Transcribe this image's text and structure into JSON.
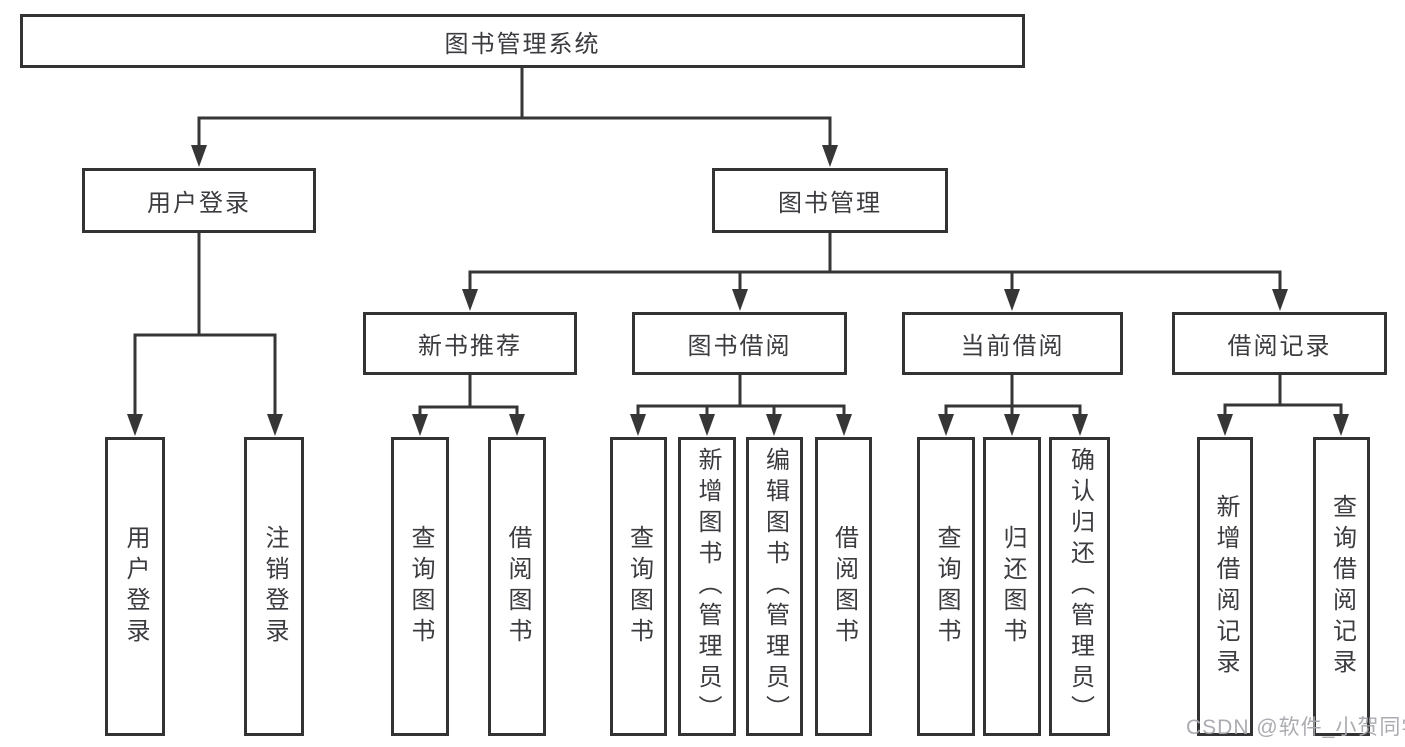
{
  "nodes": {
    "root": "图书管理系统",
    "user_login": "用户登录",
    "book_management": "图书管理",
    "new_book_recommend": "新书推荐",
    "book_borrowing": "图书借阅",
    "current_borrowing": "当前借阅",
    "borrowing_records": "借阅记录",
    "login_user_login": "用户登录",
    "login_logout": "注销登录",
    "rec_query_books": "查询图书",
    "rec_borrow_books": "借阅图书",
    "bb_query_books": "查询图书",
    "bb_add_books": "新增图书（管理员）",
    "bb_edit_books": "编辑图书（管理员）",
    "bb_borrow_books": "借阅图书",
    "cb_query_books": "查询图书",
    "cb_return_books": "归还图书",
    "cb_confirm_return": "确认归还（管理员）",
    "br_add_record": "新增借阅记录",
    "br_query_record": "查询借阅记录"
  },
  "hierarchy": {
    "图书管理系统": {
      "用户登录": [
        "用户登录",
        "注销登录"
      ],
      "图书管理": {
        "新书推荐": [
          "查询图书",
          "借阅图书"
        ],
        "图书借阅": [
          "查询图书",
          "新增图书（管理员）",
          "编辑图书（管理员）",
          "借阅图书"
        ],
        "当前借阅": [
          "查询图书",
          "归还图书",
          "确认归还（管理员）"
        ],
        "借阅记录": [
          "新增借阅记录",
          "查询借阅记录"
        ]
      }
    }
  },
  "watermark": "CSDN @软件_小贺同学",
  "colors": {
    "line": "#363636",
    "box_border": "#333333",
    "text": "#3b3b40",
    "background": "#ffffff",
    "watermark": "#a5a8ad"
  }
}
